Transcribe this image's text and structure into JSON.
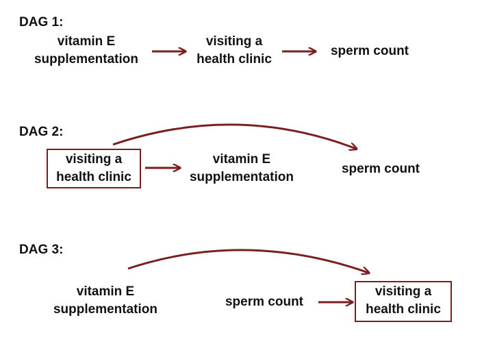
{
  "dag1": {
    "title": "DAG 1:",
    "vitamin": [
      "vitamin E",
      "supplementation"
    ],
    "clinic": [
      "visiting a",
      "health clinic"
    ],
    "sperm": "sperm count"
  },
  "dag2": {
    "title": "DAG 2:",
    "clinic": [
      "visiting a",
      "health clinic"
    ],
    "vitamin": [
      "vitamin E",
      "supplementation"
    ],
    "sperm": "sperm count"
  },
  "dag3": {
    "title": "DAG 3:",
    "vitamin": [
      "vitamin E",
      "supplementation"
    ],
    "sperm": "sperm count",
    "clinic": [
      "visiting a",
      "health clinic"
    ]
  },
  "colors": {
    "arrow": "#7a1f1f",
    "text": "#111111"
  }
}
